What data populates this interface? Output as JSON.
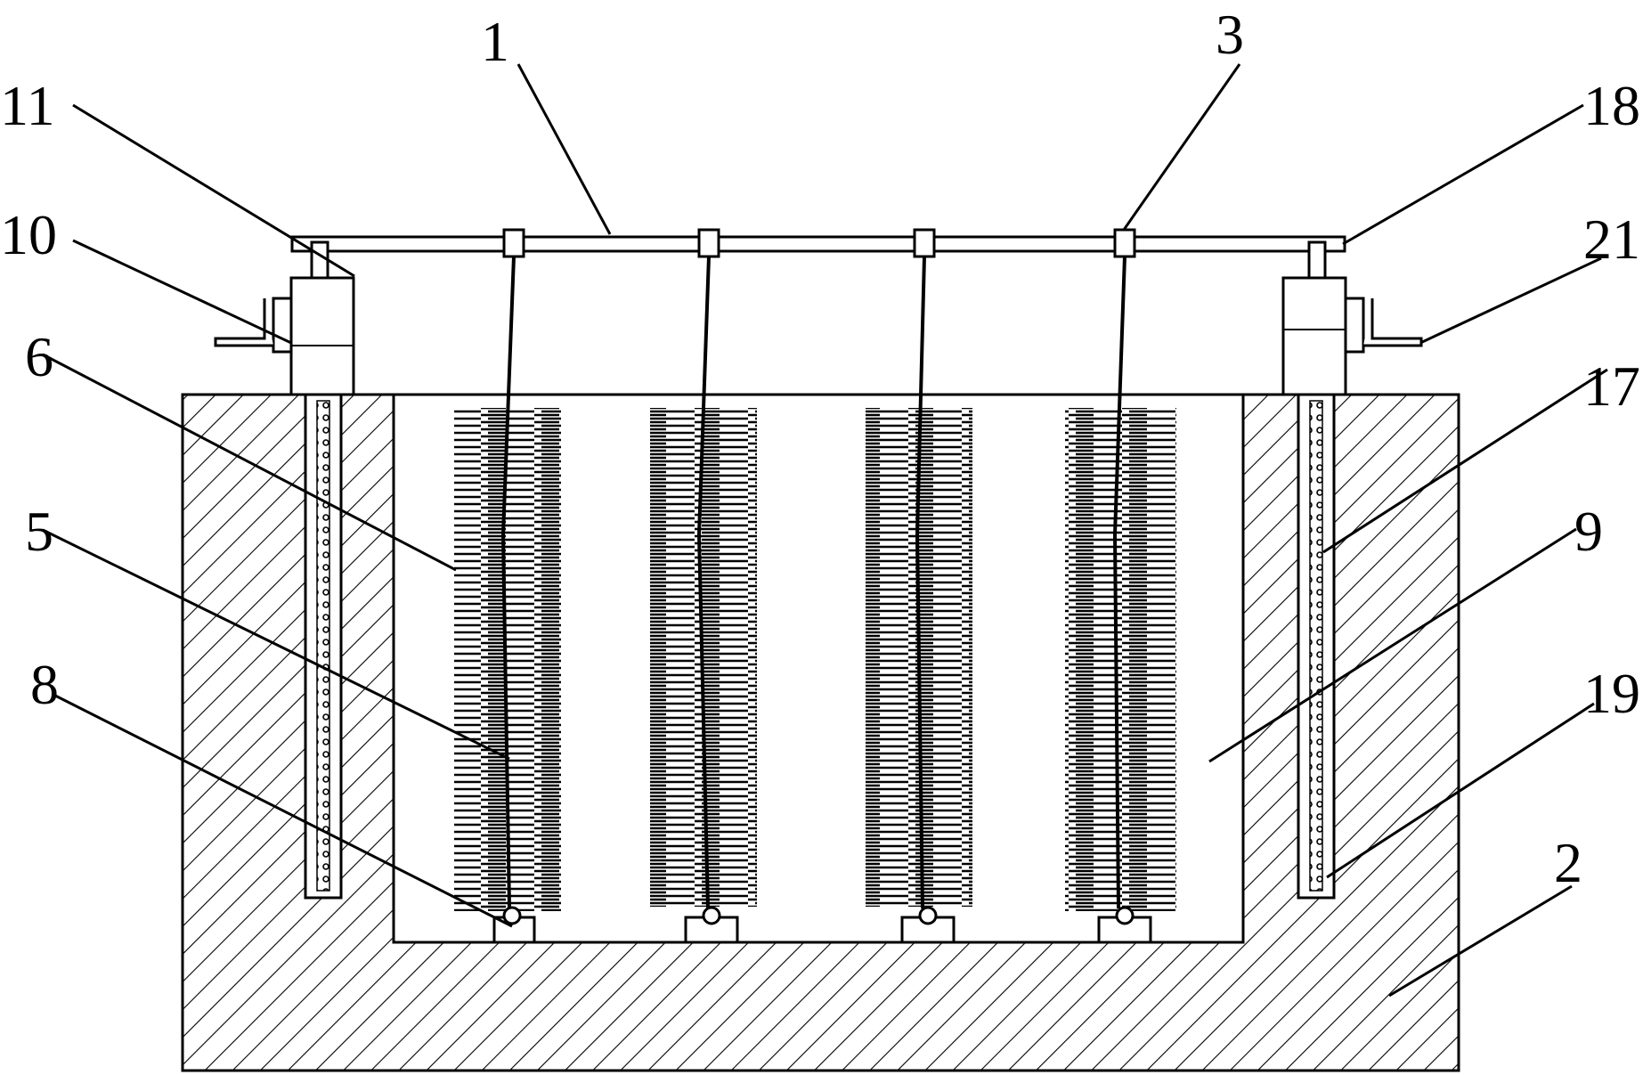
{
  "labels": {
    "l1": "1",
    "l2": "2",
    "l3": "3",
    "l5": "5",
    "l6": "6",
    "l8": "8",
    "l9": "9",
    "l10": "10",
    "l11": "11",
    "l17": "17",
    "l18": "18",
    "l19": "19",
    "l21": "21"
  },
  "colors": {
    "ink": "#000000",
    "paper": "#ffffff"
  }
}
